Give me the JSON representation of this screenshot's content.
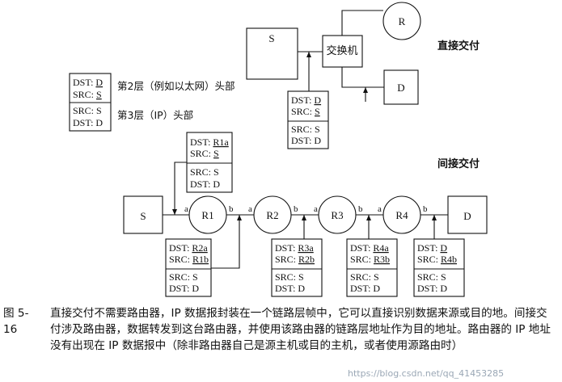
{
  "labels": {
    "direct_delivery": "直接交付",
    "indirect_delivery": "间接交付",
    "layer2_header": "第2层（例如以太网）头部",
    "layer3_header": "第3层（IP）头部"
  },
  "nodes": {
    "s": "S",
    "r": "R",
    "d": "D",
    "switch": "交换机",
    "r1": "R1",
    "r2": "R2",
    "r3": "R3",
    "r4": "R4",
    "s_indirect": "S",
    "d_indirect": "D",
    "port_a": "a",
    "port_b": "b"
  },
  "legend": {
    "dst": "DST: D",
    "src": "SRC: S",
    "ip_src": "SRC: S",
    "ip_dst": "DST: D"
  },
  "direct_frame": {
    "dst_p": "DST: ",
    "dst_v": "D",
    "src_p": "SRC: ",
    "src_v": "S",
    "ip_src": "SRC: S",
    "ip_dst": "DST: D"
  },
  "frames": [
    {
      "dst_p": "DST: ",
      "dst_v": "R1a",
      "src_p": "SRC: ",
      "src_v": "S",
      "ip_src": "SRC: S",
      "ip_dst": "DST: D"
    },
    {
      "dst_p": "DST: ",
      "dst_v": "R2a",
      "src_p": "SRC: ",
      "src_v": "R1b",
      "ip_src": "SRC: S",
      "ip_dst": "DST: D"
    },
    {
      "dst_p": "DST: ",
      "dst_v": "R3a",
      "src_p": "SRC: ",
      "src_v": "R2b",
      "ip_src": "SRC: S",
      "ip_dst": "DST: D"
    },
    {
      "dst_p": "DST: ",
      "dst_v": "R4a",
      "src_p": "SRC: ",
      "src_v": "R3b",
      "ip_src": "SRC: S",
      "ip_dst": "DST: D"
    },
    {
      "dst_p": "DST: ",
      "dst_v": "D",
      "src_p": "SRC: ",
      "src_v": "R4b",
      "ip_src": "SRC: S",
      "ip_dst": "DST: D"
    }
  ],
  "caption": {
    "figure_number": "图 5-16",
    "text": "直接交付不需要路由器，IP 数据报封装在一个链路层帧中，它可以直接识别数据来源或目的地。间接交付涉及路由器，数据转发到这台路由器，并使用该路由器的链路层地址作为目的地址。路由器的 IP 地址没有出现在 IP 数据报中（除非路由器自己是源主机或目的主机，或者使用源路由时）"
  },
  "watermark": "https://blog.csdn.net/qq_41453285"
}
